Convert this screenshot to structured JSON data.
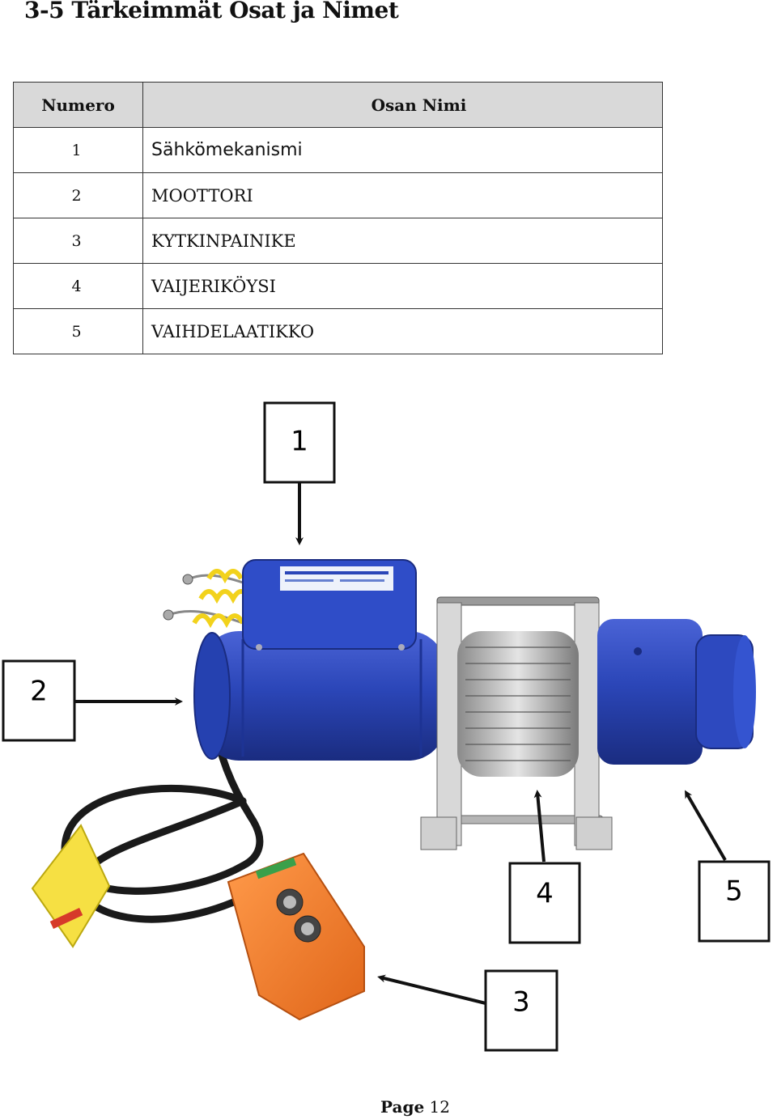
{
  "title": "3-5 Tärkeimmät Osat ja Nimet",
  "table": {
    "headers": {
      "number": "Numero",
      "name": "Osan Nimi"
    },
    "rows": [
      {
        "number": "1",
        "name": "Sähkömekanismi"
      },
      {
        "number": "2",
        "name": "MOOTTORI"
      },
      {
        "number": "3",
        "name": "KYTKINPAINIKE"
      },
      {
        "number": "4",
        "name": "VAIJERIKÖYSI"
      },
      {
        "number": "5",
        "name": "VAIHDELAATIKKO"
      }
    ]
  },
  "callouts": [
    "1",
    "2",
    "3",
    "4",
    "5"
  ],
  "footer": {
    "label": "Page",
    "number": "12"
  },
  "colors": {
    "motor_blue": "#2b46b8",
    "pendant_orange": "#f07a2a",
    "cable_yellow": "#f2d21c",
    "header_gray": "#d9d9d9"
  }
}
